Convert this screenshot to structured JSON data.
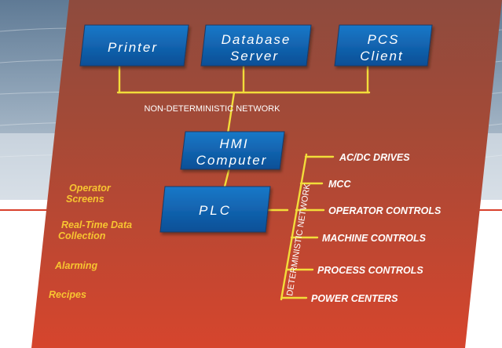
{
  "nodes": {
    "printer": "Printer",
    "database_server": [
      "Database",
      "Server"
    ],
    "pcs_client": [
      "PCS",
      "Client"
    ],
    "hmi_computer": [
      "HMI",
      "Computer"
    ],
    "plc": "PLC"
  },
  "networks": {
    "non_deterministic": "NON-DETERMINISTIC NETWORK",
    "deterministic": "DETERMINISTIC NETWORK"
  },
  "plc_functions": [
    "Operator Screens",
    "Real-Time Data Collection",
    "Alarming",
    "Recipes"
  ],
  "plc_function_lines": [
    [
      "Operator",
      "Screens"
    ],
    [
      "Real-Time Data",
      "Collection"
    ],
    [
      "Alarming"
    ],
    [
      "Recipes"
    ]
  ],
  "devices": [
    "AC/DC DRIVES",
    "MCC",
    "OPERATOR CONTROLS",
    "MACHINE CONTROLS",
    "PROCESS CONTROLS",
    "POWER CENTERS"
  ],
  "colors": {
    "panel_top": "#8e4b3e",
    "panel_bottom": "#d6452d",
    "box_fill": "#0a5fb0",
    "box_border": "#1a3a66",
    "box_text": "#ffffff",
    "wire": "#f2dd3a",
    "function_text": "#f7c531",
    "device_text": "#ffffff",
    "network_text": "#ffffff",
    "accent_line": "#d8402c"
  }
}
